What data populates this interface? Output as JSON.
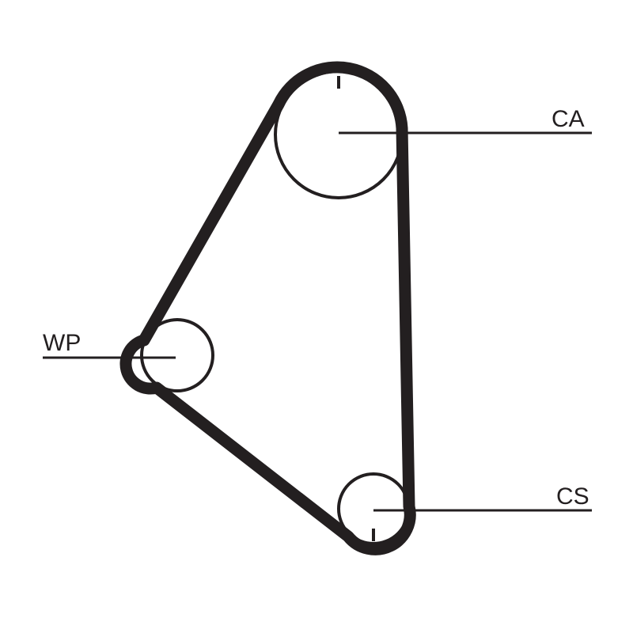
{
  "diagram": {
    "labels": {
      "camshaft": "CA",
      "water_pump": "WP",
      "crankshaft": "CS"
    },
    "colors": {
      "ink": "#231f20",
      "background": "#ffffff"
    }
  }
}
